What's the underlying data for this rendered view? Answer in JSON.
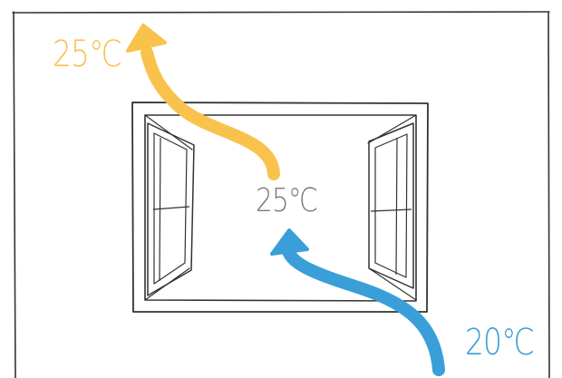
{
  "labels": {
    "outflow_temperature": "25℃",
    "room_temperature": "25℃",
    "inflow_temperature": "20℃"
  },
  "colors": {
    "warm_air": "#f8c24d",
    "cold_air": "#3a9fd8",
    "sketch_line": "#333333",
    "room_label": "#7a7a7a"
  },
  "icons": {
    "warm_arrow": "arrow-up-curved-icon",
    "cold_arrow": "arrow-up-curved-icon"
  }
}
